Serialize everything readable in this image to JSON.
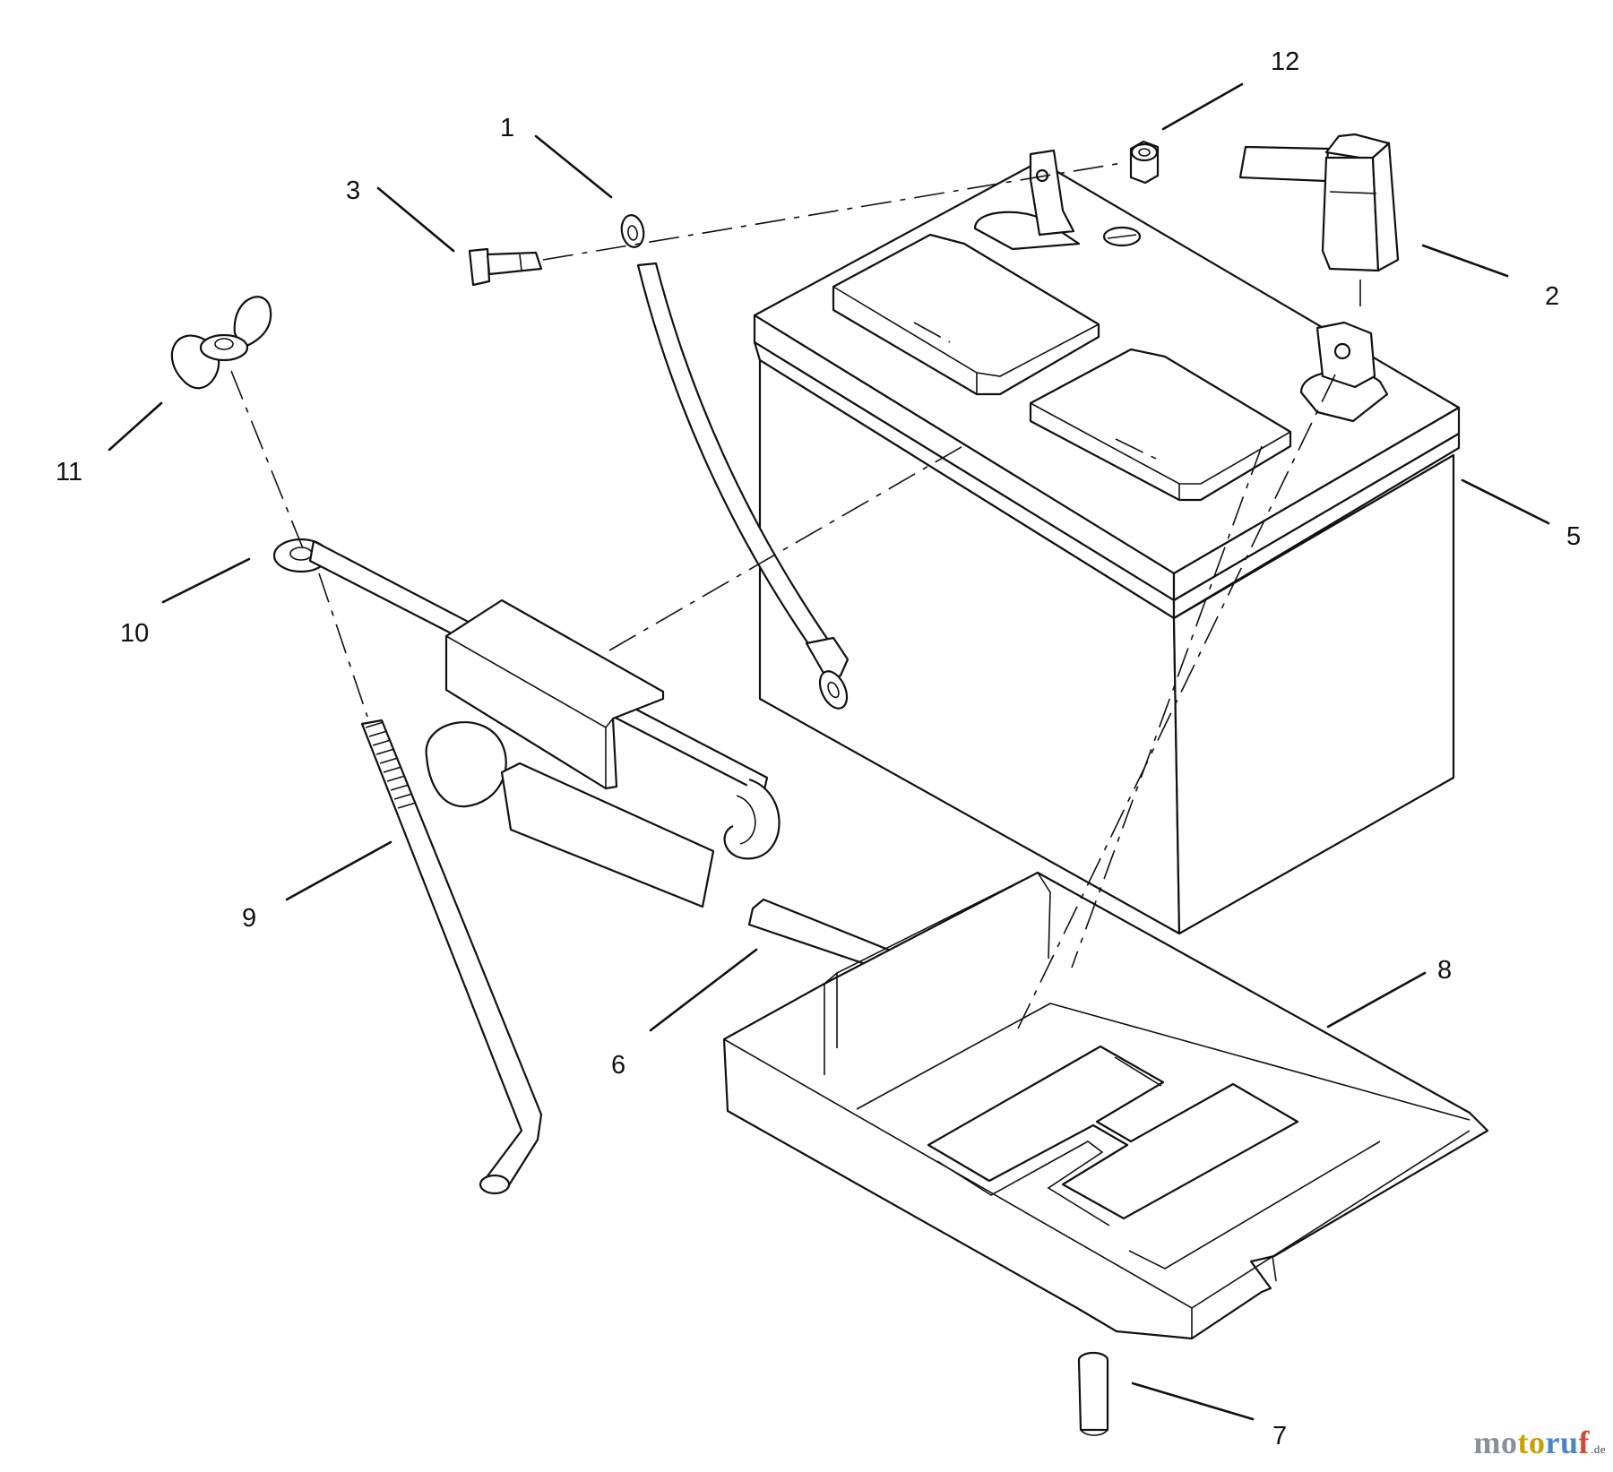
{
  "diagram": {
    "callouts": [
      "1",
      "2",
      "3",
      "5",
      "6",
      "7",
      "8",
      "9",
      "10",
      "11",
      "12"
    ]
  },
  "watermark": {
    "parts": [
      "mo",
      "to",
      "ru",
      "f"
    ],
    "tld": ".de",
    "colors": [
      "#8a8f99",
      "#c9a100",
      "#4a86c8",
      "#d04a3a"
    ]
  }
}
